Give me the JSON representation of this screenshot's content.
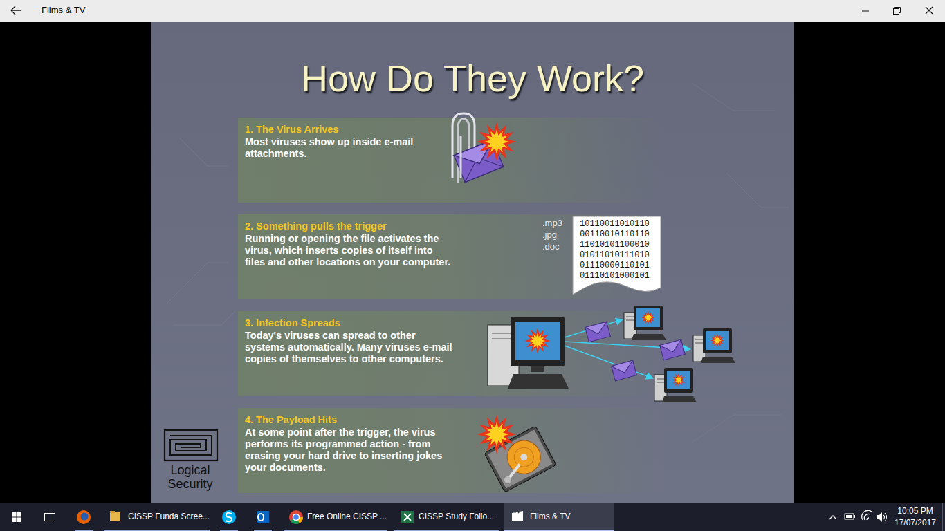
{
  "diagram": {
    "title": "How Do They Work?",
    "nodes": [
      {
        "text": [
          "1. The Virus Arrives",
          "Most viruses show up inside e-mail attachments."
        ]
      },
      {
        "text": [
          "2. Something pulls the trigger",
          "Running or opening the file activates the virus, which inserts copies of itself into files and other locations on your computer."
        ]
      },
      {
        "text": [
          "3. Infection Spreads",
          "Today's viruses can spread to other systems automatically. Many viruses e-mail copies of themselves to other computers."
        ]
      },
      {
        "text": [
          "4. The Payload Hits",
          "At some point after the trigger, the virus performs its programmed action - from erasing your hard drive to inserting jokes your documents."
        ]
      }
    ],
    "labels": [
      "Films & TV",
      ".mp3",
      ".jpg",
      ".doc",
      "10110011010110",
      "00110010110110",
      "11010101100010",
      "01011010111010",
      "01110000110101",
      "01110101000101",
      "Logical Security",
      "CISSP Funda Scree...",
      "Free Online CISSP ...",
      "CISSP  Study Follo...",
      "Films & TV",
      "10:05 PM",
      "17/07/2017"
    ]
  }
}
